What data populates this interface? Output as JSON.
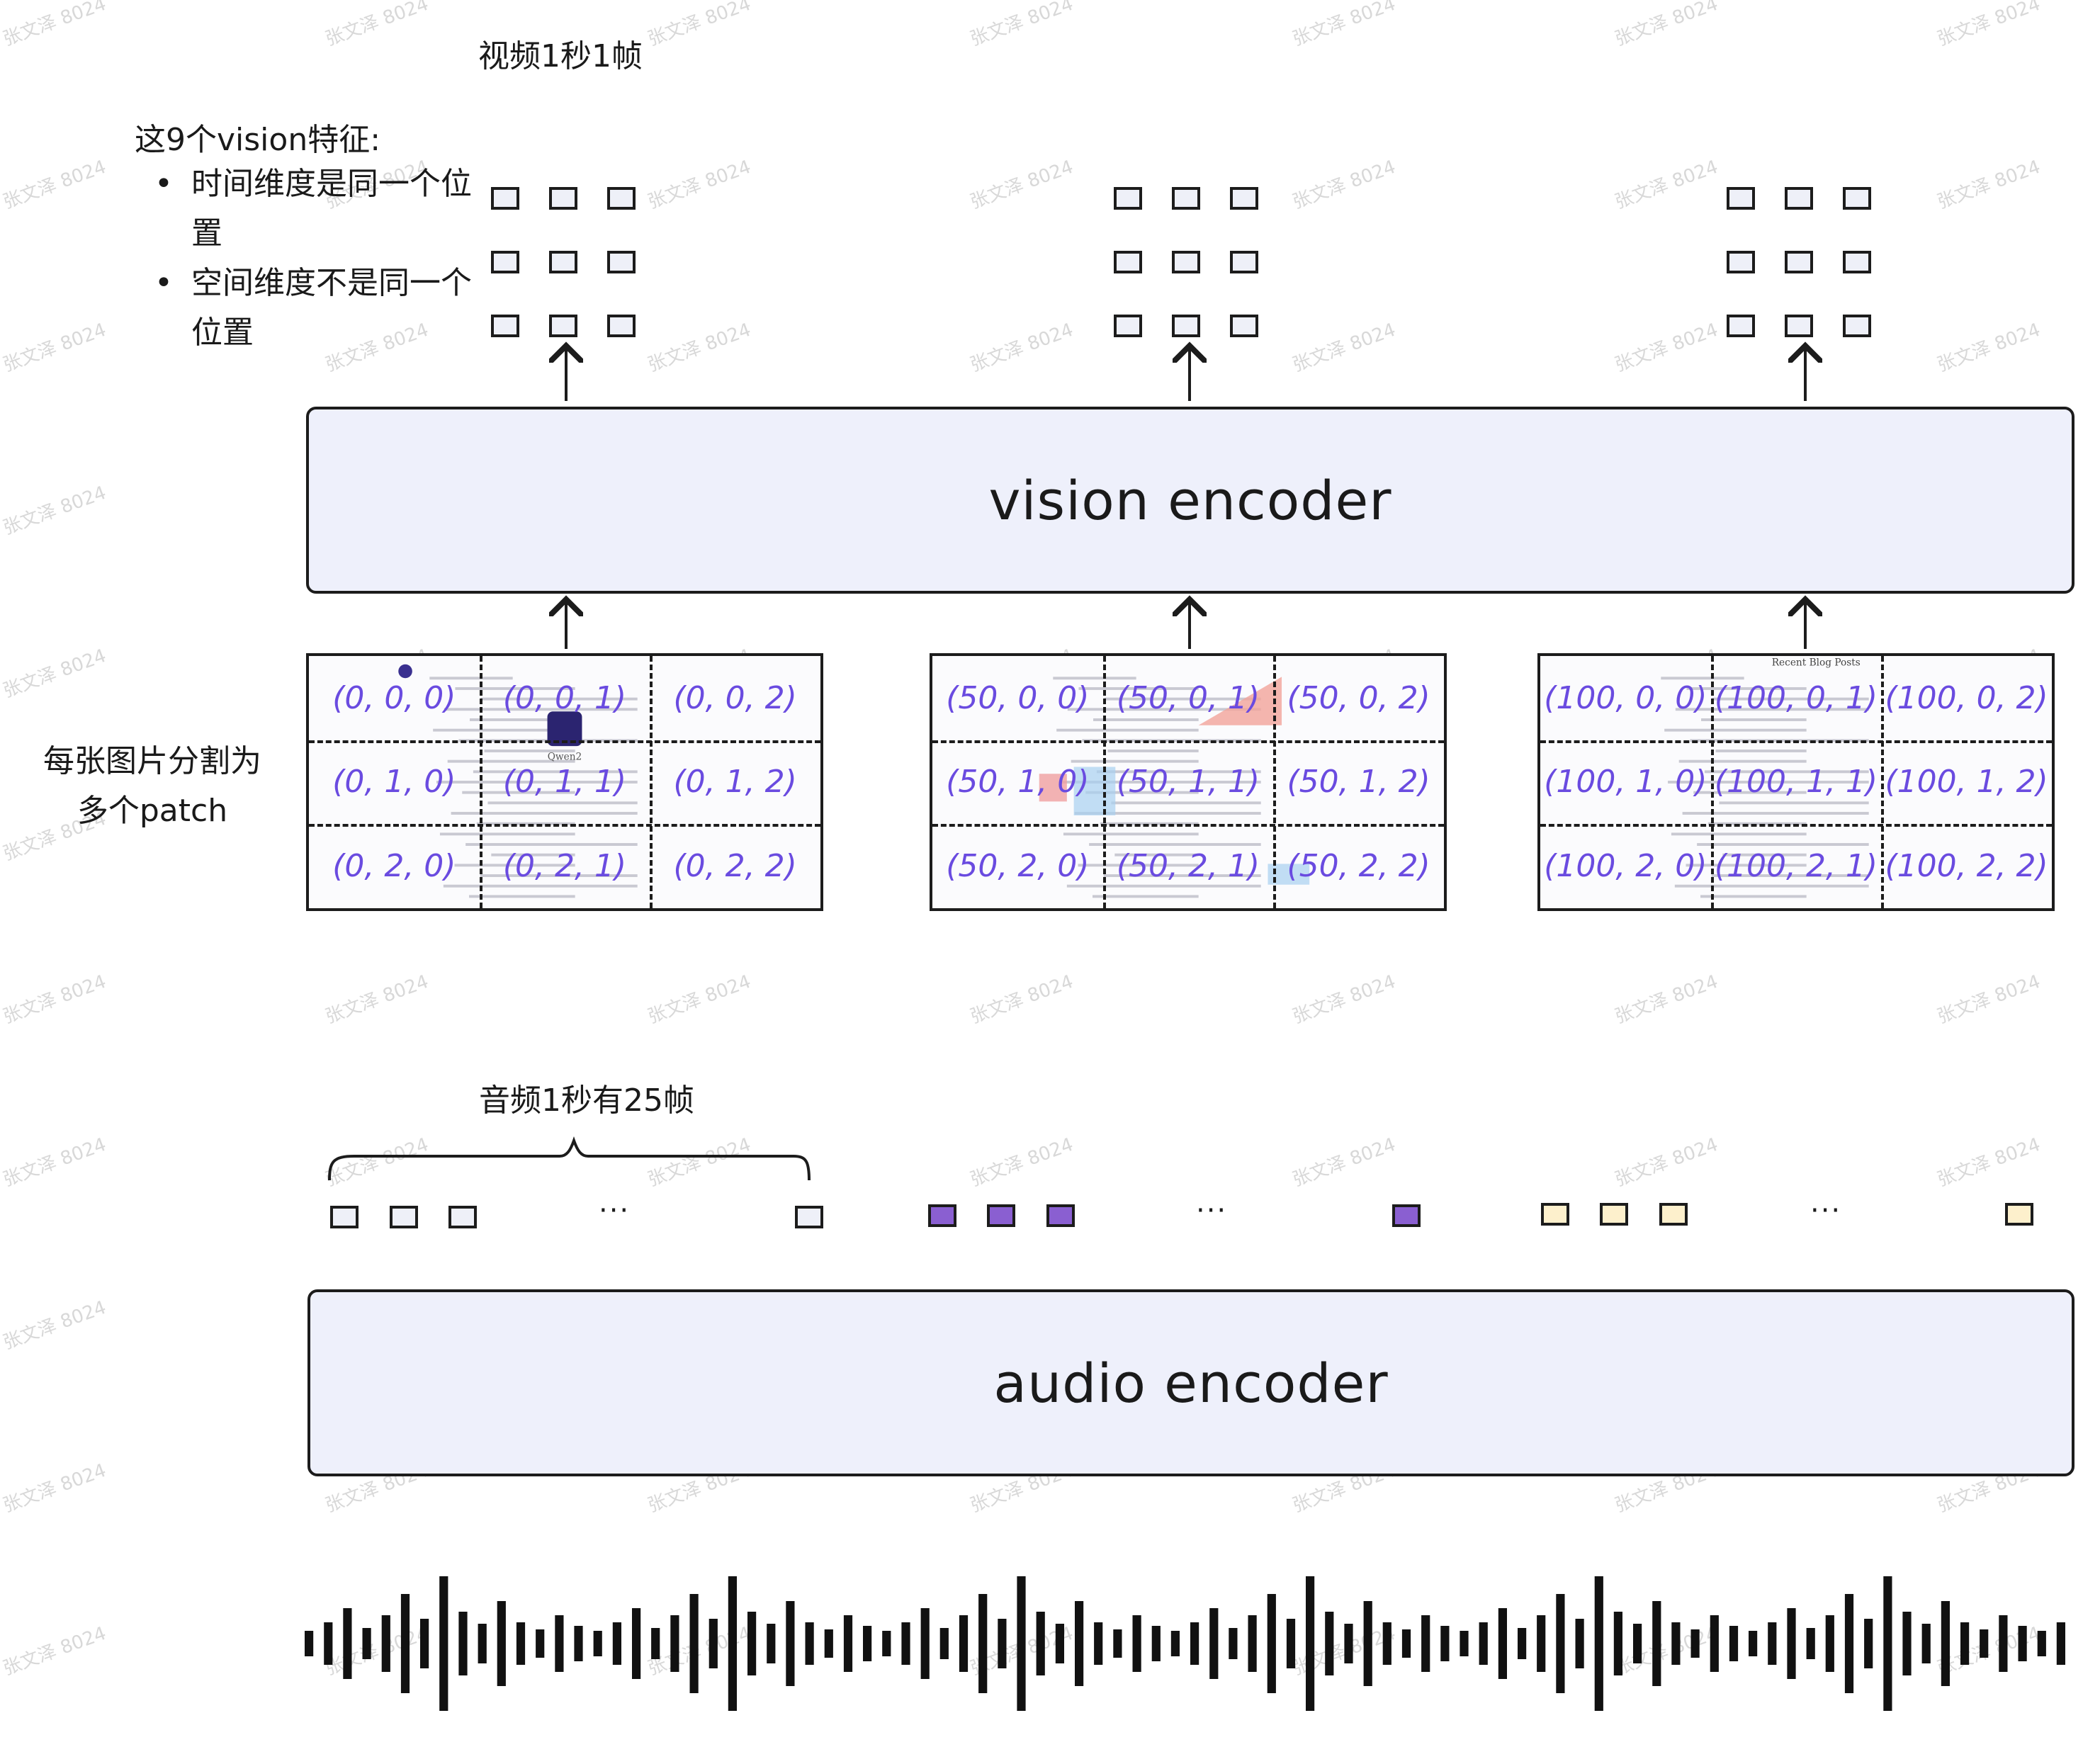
{
  "video_title": "视频1秒1帧",
  "vision_features_note": {
    "heading": "这9个vision特征:",
    "bullets": [
      "时间维度是同一个位置",
      "空间维度不是同一个位置"
    ]
  },
  "patch_note": "每张图片分割为多个patch",
  "vision_encoder_label": "vision encoder",
  "audio_encoder_label": "audio encoder",
  "audio_title": "音频1秒有25帧",
  "ellipsis": "···",
  "frames": [
    {
      "name": "frame-1",
      "cells": [
        "(0, 0, 0)",
        "(0, 0, 1)",
        "(0, 0, 2)",
        "(0, 1, 0)",
        "(0, 1, 1)",
        "(0, 1, 2)",
        "(0, 2, 0)",
        "(0, 2, 1)",
        "(0, 2, 2)"
      ]
    },
    {
      "name": "frame-2",
      "cells": [
        "(50, 0, 0)",
        "(50, 0, 1)",
        "(50, 0, 2)",
        "(50, 1, 0)",
        "(50, 1, 1)",
        "(50, 1, 2)",
        "(50, 2, 0)",
        "(50, 2, 1)",
        "(50, 2, 2)"
      ]
    },
    {
      "name": "frame-3",
      "cells": [
        "(100, 0, 0)",
        "(100, 0, 1)",
        "(100, 0, 2)",
        "(100, 1, 0)",
        "(100, 1, 1)",
        "(100, 1, 2)",
        "(100, 2, 0)",
        "(100, 2, 1)",
        "(100, 2, 2)"
      ]
    }
  ],
  "frame_screenshot_text": {
    "frame1_caption": "Qwen2",
    "frame3_header": "Recent Blog Posts"
  },
  "audio_token_colors": [
    "#eef0f8",
    "#8a5fd1",
    "#fdf0cc"
  ],
  "watermark": "张文泽 8024",
  "colors": {
    "encoder_fill": "#eef0fb",
    "coord_text": "#6a4be0",
    "outline": "#1c1c1c"
  }
}
